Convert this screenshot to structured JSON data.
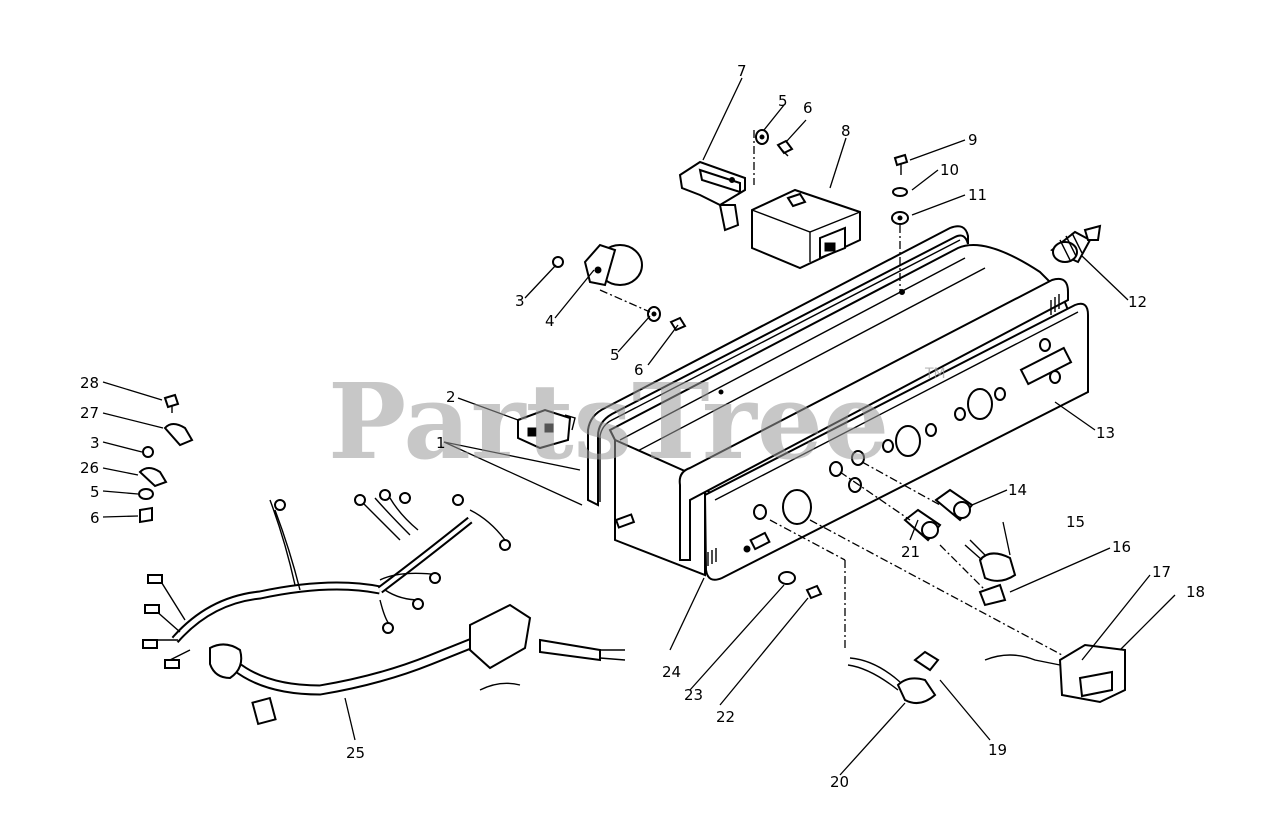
{
  "watermark": {
    "text": "PartsTree",
    "trademark": "TM"
  },
  "callouts": [
    "1",
    "2",
    "3",
    "4",
    "5",
    "6",
    "7",
    "8",
    "9",
    "10",
    "11",
    "12",
    "13",
    "14",
    "15",
    "16",
    "17",
    "18",
    "19",
    "20",
    "21",
    "22",
    "23",
    "24",
    "25",
    "26",
    "27",
    "28"
  ]
}
